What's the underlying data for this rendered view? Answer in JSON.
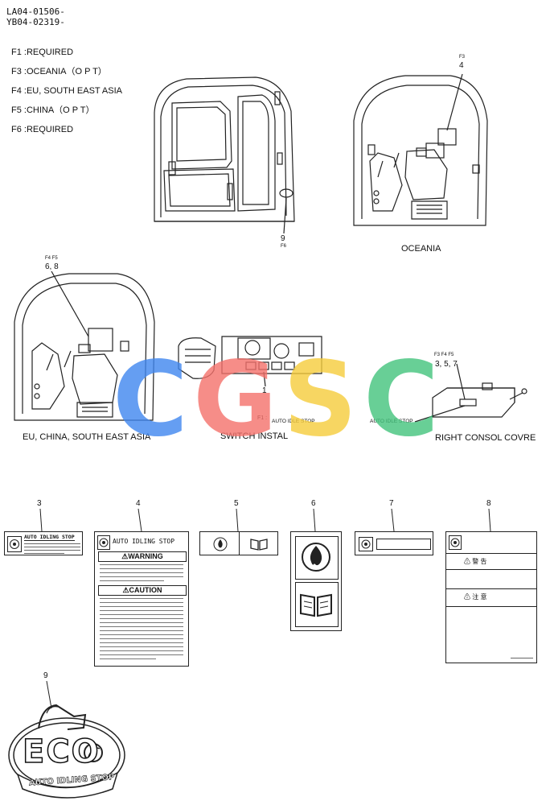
{
  "header": {
    "line1": "LA04-01506-",
    "line2": "YB04-02319-"
  },
  "legend": [
    {
      "code": "F1",
      "text": ":REQUIRED"
    },
    {
      "code": "F3",
      "text": ":OCEANIA（O P T）"
    },
    {
      "code": "F4",
      "text": ":EU, SOUTH EAST ASIA"
    },
    {
      "code": "F5",
      "text": ":CHINA（O P T）"
    },
    {
      "code": "F6",
      "text": ":REQUIRED"
    }
  ],
  "views": {
    "top_left": {
      "part": "9",
      "code": "F6"
    },
    "oceania": {
      "caption": "OCEANIA",
      "part": "4",
      "code": "F3"
    },
    "eu": {
      "caption": "EU, CHINA, SOUTH EAST ASIA",
      "part": "6, 8",
      "code": "F4  F5"
    },
    "switch": {
      "caption": "SWITCH INSTAL",
      "part": "1",
      "code": "F1 :",
      "note": "AUTO IDLE STOP"
    },
    "console": {
      "caption": "RIGHT CONSOL COVRE",
      "part": "3, 5, 7",
      "code": "F3  F4  F5",
      "note": "AUTO IDLE STOP"
    }
  },
  "watermark": {
    "letters": [
      "C",
      "G",
      "S",
      "C"
    ],
    "colors": [
      "#3f86f0",
      "#f4716b",
      "#f6cd3b",
      "#43c47d"
    ]
  },
  "decals": [
    {
      "part": "3",
      "title": "AUTO IDLING STOP"
    },
    {
      "part": "4",
      "title": "AUTO IDLING STOP",
      "warning": "WARNING",
      "caution": "CAUTION"
    },
    {
      "part": "5"
    },
    {
      "part": "6"
    },
    {
      "part": "7"
    },
    {
      "part": "8",
      "row1": "警 告",
      "row2": "注 意"
    },
    {
      "part": "9",
      "logo": "ECO",
      "banner": "AUTO IDLING STOP"
    }
  ]
}
